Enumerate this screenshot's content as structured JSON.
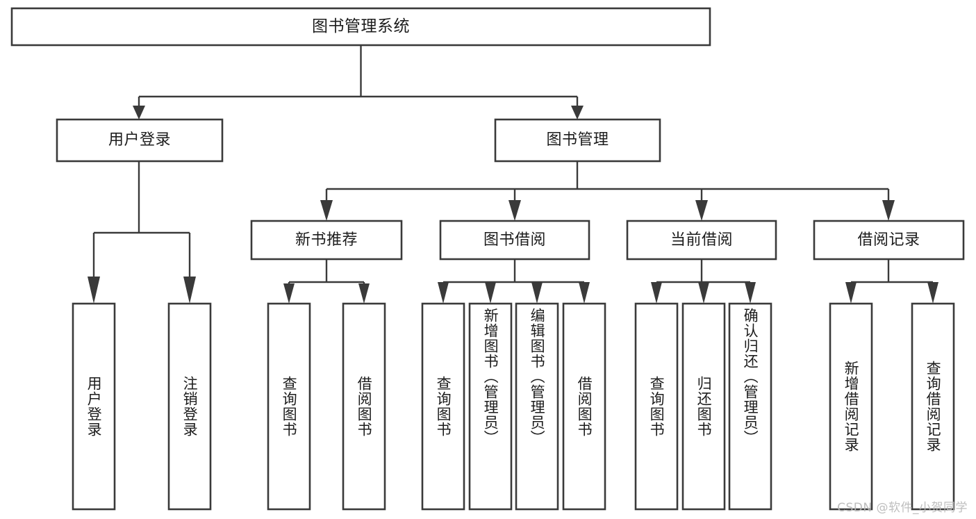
{
  "diagram": {
    "type": "tree-hierarchy",
    "title": "图书管理系统",
    "orientation": "top-down",
    "colors": {
      "stroke": "#3a3a3a",
      "box_fill": "#ffffff",
      "text": "#1c1c1c",
      "background": "#ffffff",
      "watermark": "#b9b9b9"
    },
    "levels": [
      {
        "level": 1,
        "nodes": [
          {
            "id": "root",
            "label": "图书管理系统",
            "orientation": "horizontal"
          }
        ]
      },
      {
        "level": 2,
        "nodes": [
          {
            "id": "login",
            "label": "用户登录",
            "orientation": "horizontal"
          },
          {
            "id": "bookmgmt",
            "label": "图书管理",
            "orientation": "horizontal"
          }
        ]
      },
      {
        "level": 3,
        "nodes": [
          {
            "id": "newbook",
            "label": "新书推荐",
            "orientation": "horizontal"
          },
          {
            "id": "borrow",
            "label": "图书借阅",
            "orientation": "horizontal"
          },
          {
            "id": "current",
            "label": "当前借阅",
            "orientation": "horizontal"
          },
          {
            "id": "record",
            "label": "借阅记录",
            "orientation": "horizontal"
          }
        ]
      },
      {
        "level": 4,
        "nodes": [
          {
            "id": "leaf-1",
            "label": "用户登录",
            "orientation": "vertical",
            "parent": "login"
          },
          {
            "id": "leaf-2",
            "label": "注销登录",
            "orientation": "vertical",
            "parent": "login"
          },
          {
            "id": "leaf-3",
            "label": "查询图书",
            "orientation": "vertical",
            "parent": "newbook"
          },
          {
            "id": "leaf-4",
            "label": "借阅图书",
            "orientation": "vertical",
            "parent": "newbook"
          },
          {
            "id": "leaf-5",
            "label": "查询图书",
            "orientation": "vertical",
            "parent": "borrow"
          },
          {
            "id": "leaf-6",
            "label": "新增图书（管理员）",
            "orientation": "vertical",
            "parent": "borrow"
          },
          {
            "id": "leaf-7",
            "label": "编辑图书（管理员）",
            "orientation": "vertical",
            "parent": "borrow"
          },
          {
            "id": "leaf-8",
            "label": "借阅图书",
            "orientation": "vertical",
            "parent": "borrow"
          },
          {
            "id": "leaf-9",
            "label": "查询图书",
            "orientation": "vertical",
            "parent": "current"
          },
          {
            "id": "leaf-10",
            "label": "归还图书",
            "orientation": "vertical",
            "parent": "current"
          },
          {
            "id": "leaf-11",
            "label": "确认归还（管理员）",
            "orientation": "vertical",
            "parent": "current"
          },
          {
            "id": "leaf-12",
            "label": "新增借阅记录",
            "orientation": "vertical",
            "parent": "record"
          },
          {
            "id": "leaf-13",
            "label": "查询借阅记录",
            "orientation": "vertical",
            "parent": "record"
          }
        ]
      }
    ],
    "edges": [
      {
        "from": "root",
        "to": "login"
      },
      {
        "from": "root",
        "to": "bookmgmt"
      },
      {
        "from": "login",
        "to": "leaf-1"
      },
      {
        "from": "login",
        "to": "leaf-2"
      },
      {
        "from": "bookmgmt",
        "to": "newbook"
      },
      {
        "from": "bookmgmt",
        "to": "borrow"
      },
      {
        "from": "bookmgmt",
        "to": "current"
      },
      {
        "from": "bookmgmt",
        "to": "record"
      },
      {
        "from": "newbook",
        "to": "leaf-3"
      },
      {
        "from": "newbook",
        "to": "leaf-4"
      },
      {
        "from": "borrow",
        "to": "leaf-5"
      },
      {
        "from": "borrow",
        "to": "leaf-6"
      },
      {
        "from": "borrow",
        "to": "leaf-7"
      },
      {
        "from": "borrow",
        "to": "leaf-8"
      },
      {
        "from": "current",
        "to": "leaf-9"
      },
      {
        "from": "current",
        "to": "leaf-10"
      },
      {
        "from": "current",
        "to": "leaf-11"
      },
      {
        "from": "record",
        "to": "leaf-12"
      },
      {
        "from": "record",
        "to": "leaf-13"
      }
    ]
  },
  "watermark": {
    "text": "CSDN @软件_小贺同学"
  }
}
